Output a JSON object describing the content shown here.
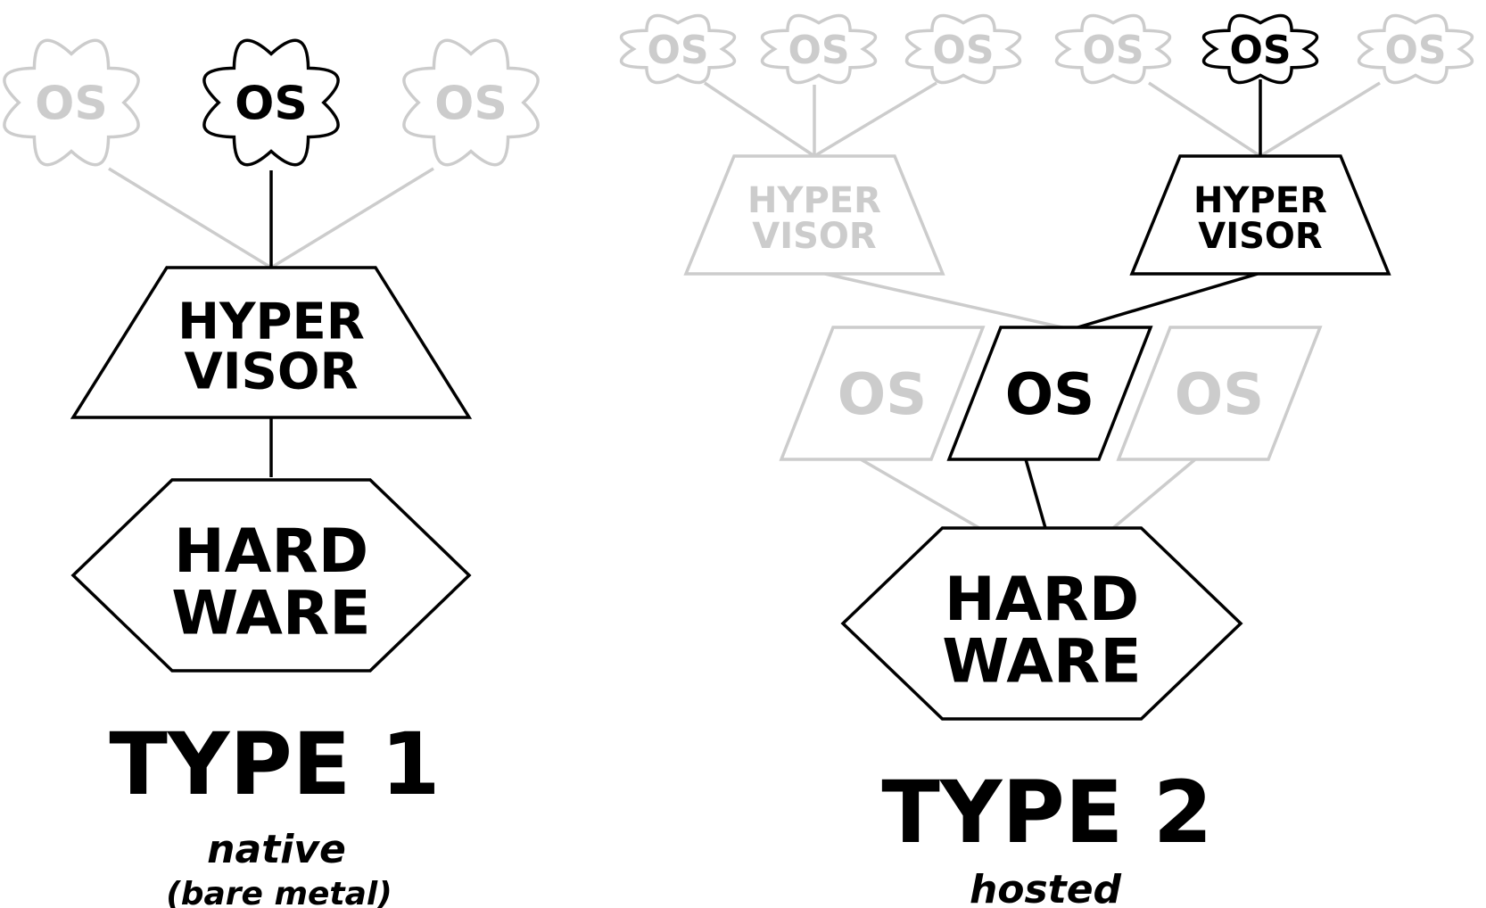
{
  "colors": {
    "active": "#000000",
    "inactive": "#cccccc",
    "background": "#ffffff"
  },
  "type1": {
    "title": "TYPE 1",
    "subtitle": "native",
    "subtitle2": "(bare metal)",
    "guest_os": [
      {
        "label": "OS",
        "active": false
      },
      {
        "label": "OS",
        "active": true
      },
      {
        "label": "OS",
        "active": false
      }
    ],
    "hypervisor": {
      "line1": "HYPER",
      "line2": "VISOR"
    },
    "hardware": {
      "line1": "HARD",
      "line2": "WARE"
    }
  },
  "type2": {
    "title": "TYPE 2",
    "subtitle": "hosted",
    "guest_os": [
      {
        "label": "OS",
        "active": false
      },
      {
        "label": "OS",
        "active": false
      },
      {
        "label": "OS",
        "active": false
      },
      {
        "label": "OS",
        "active": false
      },
      {
        "label": "OS",
        "active": true
      },
      {
        "label": "OS",
        "active": false
      }
    ],
    "hypervisors": [
      {
        "line1": "HYPER",
        "line2": "VISOR",
        "active": false
      },
      {
        "line1": "HYPER",
        "line2": "VISOR",
        "active": true
      }
    ],
    "host_os": [
      {
        "label": "OS",
        "active": false
      },
      {
        "label": "OS",
        "active": true
      },
      {
        "label": "OS",
        "active": false
      }
    ],
    "hardware": {
      "line1": "HARD",
      "line2": "WARE"
    }
  }
}
